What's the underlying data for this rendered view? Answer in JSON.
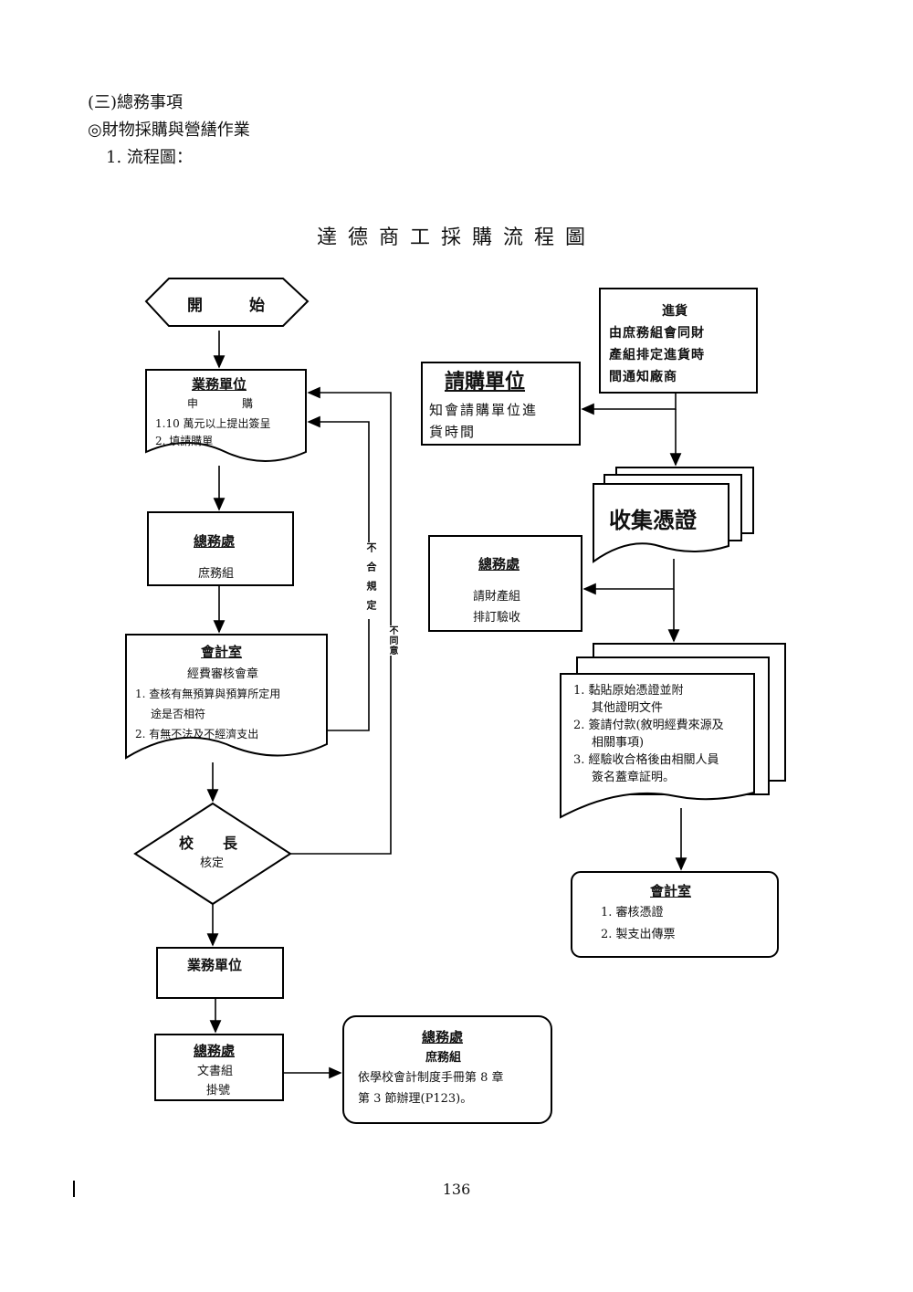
{
  "header": {
    "section": "(三)總務事項",
    "subsection": "◎財物採購與營繕作業",
    "item": "1. 流程圖："
  },
  "diagram": {
    "title": "達德商工採購流程圖",
    "start": "開　　　始",
    "business_unit": {
      "title": "業務單位",
      "sub": "申　　　　購",
      "line1": "1.10 萬元以上提出簽呈",
      "line2": "2. 填請購單"
    },
    "general_affairs_1": {
      "title": "總務處",
      "sub": "庶務組"
    },
    "accounting_1": {
      "title": "會計室",
      "sub": "經費審核會章",
      "line1": "1. 查核有無預算與預算所定用",
      "line1b": "途是否相符",
      "line2": "2. 有無不法及不經濟支出"
    },
    "label_noncompliant": "不合規定",
    "label_disagree": "不同意",
    "principal": {
      "title": "校　　長",
      "sub": "核定"
    },
    "business_unit_2": "業務單位",
    "general_affairs_2": {
      "title": "總務處",
      "line1": "文書組",
      "line2": "掛號"
    },
    "general_affairs_3": {
      "title": "總務處",
      "sub": "庶務組",
      "line1": "依學校會計制度手冊第 8 章",
      "line2": "第 3 節辦理(P123)。"
    },
    "delivery": {
      "title": "進貨",
      "line1": "由庶務組會同財",
      "line2": "產組排定進貨時",
      "line3": "間通知廠商"
    },
    "requesting_unit": {
      "title": "請購單位",
      "line1": "知會請購單位進",
      "line2": "貨時間"
    },
    "collect_vouchers": "收集憑證",
    "general_affairs_4": {
      "title": "總務處",
      "line1": "請財產組",
      "line2": "排訂驗收"
    },
    "vouchers_doc": {
      "line1": "1. 黏貼原始憑證並附",
      "line1b": "其他證明文件",
      "line2": "2. 簽請付款(敘明經費來源及",
      "line2b": "相關事項)",
      "line3": "3. 經驗收合格後由相關人員",
      "line3b": "簽名蓋章証明。"
    },
    "accounting_2": {
      "title": "會計室",
      "line1": "1. 審核憑證",
      "line2": "2. 製支出傳票"
    }
  },
  "footer": {
    "page_number": "136"
  }
}
